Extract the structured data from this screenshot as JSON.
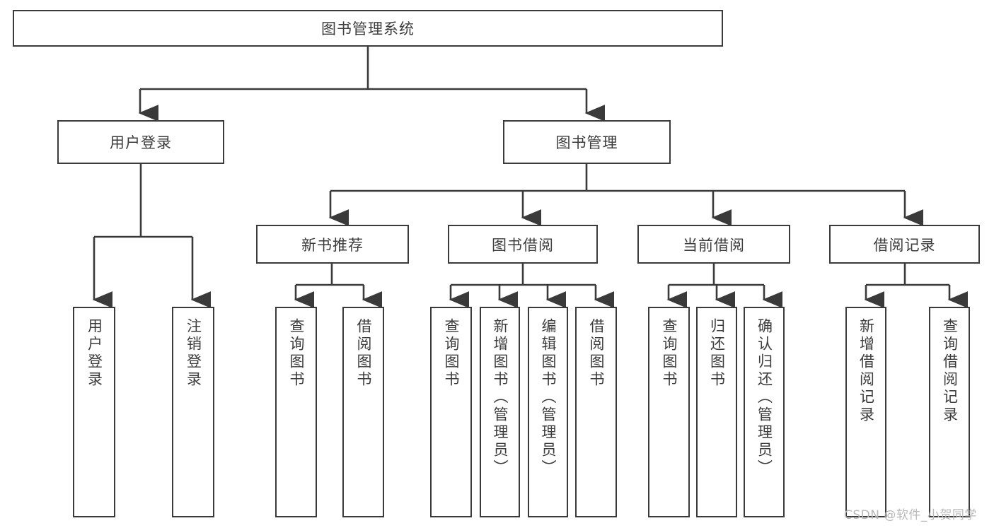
{
  "diagram": {
    "type": "tree-hierarchy",
    "title": "图书管理系统",
    "root": {
      "label": "图书管理系统"
    },
    "level2": [
      {
        "label": "用户登录"
      },
      {
        "label": "图书管理"
      }
    ],
    "level3": [
      {
        "label": "新书推荐"
      },
      {
        "label": "图书借阅"
      },
      {
        "label": "当前借阅"
      },
      {
        "label": "借阅记录"
      }
    ],
    "leaves": {
      "user_login": [
        {
          "label": "用户登录"
        },
        {
          "label": "注销登录"
        }
      ],
      "new_book_recommend": [
        {
          "label": "查询图书"
        },
        {
          "label": "借阅图书"
        }
      ],
      "book_borrow": [
        {
          "label": "查询图书"
        },
        {
          "label": "新增图书（管理员）"
        },
        {
          "label": "编辑图书（管理员）"
        },
        {
          "label": "借阅图书"
        }
      ],
      "current_borrow": [
        {
          "label": "查询图书"
        },
        {
          "label": "归还图书"
        },
        {
          "label": "确认归还（管理员）"
        }
      ],
      "borrow_record": [
        {
          "label": "新增借阅记录"
        },
        {
          "label": "查询借阅记录"
        }
      ]
    }
  },
  "watermark": {
    "text": "CSDN @软件_小贺同学"
  },
  "colors": {
    "stroke": "#3a3a3a",
    "text": "#3c3c3c",
    "background": "#ffffff",
    "watermark": "#b8b8b8"
  }
}
